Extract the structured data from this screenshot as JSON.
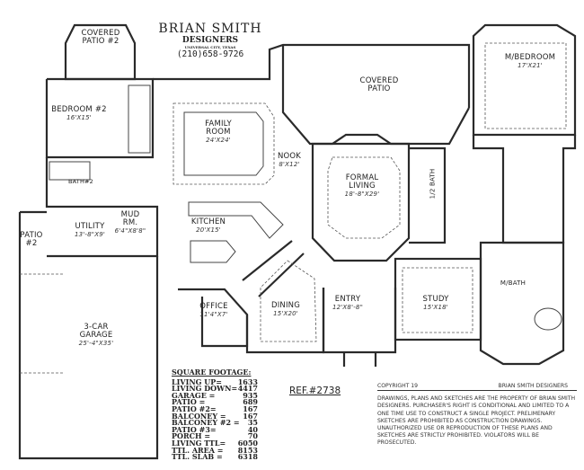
{
  "header": {
    "company": "BRIAN SMITH",
    "subtitle": "DESIGNERS",
    "city": "UNIVERSAL CITY, TEXAS",
    "phone": "(210)658-9726"
  },
  "rooms": {
    "covered_patio_2": {
      "name": "COVERED",
      "name2": "PATIO #2"
    },
    "bedroom_2": {
      "name": "BEDROOM #2",
      "dim": "16'X15'"
    },
    "bath_2": {
      "name": "BATH#2"
    },
    "utility": {
      "name": "UTILITY",
      "dim": "13'-8\"X9'"
    },
    "mud_room": {
      "name": "MUD",
      "name2": "RM.",
      "dim": "6'4\"X8'8\""
    },
    "patio_2": {
      "name": "PATIO",
      "name2": "#2"
    },
    "family_room": {
      "name": "FAMILY",
      "name2": "ROOM",
      "dim": "24'X24'"
    },
    "kitchen": {
      "name": "KITCHEN",
      "dim": "20'X15'"
    },
    "nook": {
      "name": "NOOK",
      "dim": "8'X12'"
    },
    "covered_patio": {
      "name": "COVERED",
      "name2": "PATIO"
    },
    "formal_living": {
      "name": "FORMAL",
      "name2": "LIVING",
      "dim": "18'-8\"X29'"
    },
    "half_bath": {
      "name": "1/2 BATH"
    },
    "master_bedroom": {
      "name": "M/BEDROOM",
      "dim": "17'X21'"
    },
    "master_bath": {
      "name": "M/BATH"
    },
    "garage": {
      "name": "3-CAR",
      "name2": "GARAGE",
      "dim": "25'-4\"X35'"
    },
    "office": {
      "name": "OFFICE",
      "dim": "11'4\"X7'"
    },
    "dining": {
      "name": "DINING",
      "dim": "15'X20'"
    },
    "entry": {
      "name": "ENTRY",
      "dim": "12'X8'-8\""
    },
    "study": {
      "name": "STUDY",
      "dim": "15'X18'"
    }
  },
  "square_footage": {
    "title": "SQUARE FOOTAGE:",
    "rows": [
      {
        "label": "LIVING  UP=",
        "value": "1633"
      },
      {
        "label": "LIVING  DOWN=",
        "value": "4417"
      },
      {
        "label": "GARAGE =",
        "value": "935"
      },
      {
        "label": "PATIO  =",
        "value": "689"
      },
      {
        "label": "PATIO  #2=",
        "value": "167"
      },
      {
        "label": "BALCONEY  =",
        "value": "167"
      },
      {
        "label": "BALCONEY #2  =",
        "value": "35"
      },
      {
        "label": "PATIO  #3=",
        "value": "40"
      },
      {
        "label": "PORCH  =",
        "value": "70"
      },
      {
        "label": "LIVING  TTL=",
        "value": "6050"
      },
      {
        "label": "TTL. AREA =",
        "value": "8153"
      },
      {
        "label": "TTL. SLAB =",
        "value": "6318"
      }
    ]
  },
  "reference": "REF.#2738",
  "copyright": {
    "left": "COPYRIGHT 19",
    "right": "BRIAN SMITH DESIGNERS",
    "notice": "DRAWINGS, PLANS AND SKETCHES ARE THE PROPERTY OF BRIAN SMITH DESIGNERS. PURCHASER'S RIGHT IS CONDITIONAL AND LIMITED TO A ONE TIME USE TO CONSTRUCT A SINGLE PROJECT. PRELIMENARY SKETCHES ARE PROHIBITED AS CONSTRUCTION DRAWINGS. UNAUTHORIZED USE OR REPRODUCTION OF THESE PLANS AND SKETCHES ARE STRICTLY PROHIBITED. VIOLATORS WILL BE PROSECUTED."
  }
}
